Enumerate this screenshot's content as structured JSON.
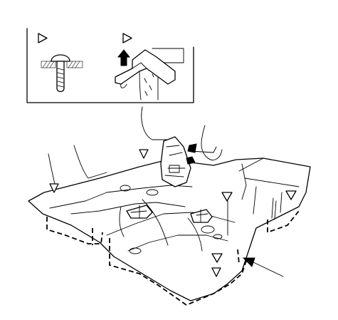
{
  "markers": {
    "symbol": "open-triangle-marker",
    "inset_markers": 2,
    "floor_markers": 6
  },
  "colors": {
    "line": "#000000",
    "background": "#ffffff"
  },
  "icons": [
    "clip-fastener-icon",
    "clip-removal-tool-icon",
    "pull-direction-arrow-icon",
    "pointer-arrow-icon"
  ]
}
